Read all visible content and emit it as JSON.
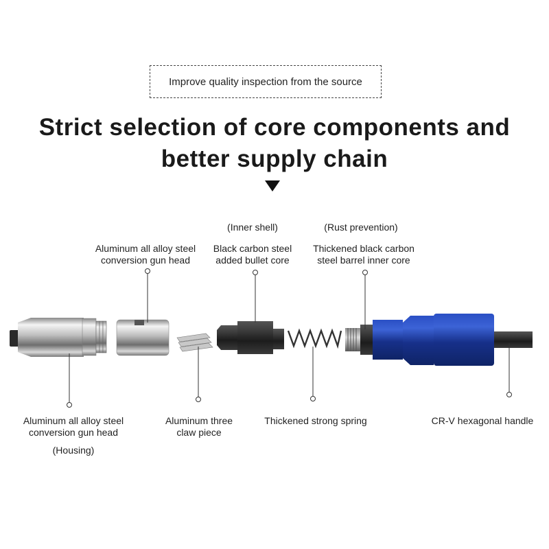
{
  "tagline": "Improve quality inspection from the source",
  "headline": {
    "line1": "Strict selection of core components and",
    "line2": "better supply chain"
  },
  "labels": {
    "gun_head_top": {
      "line1": "Aluminum all alloy steel",
      "line2": "conversion gun head"
    },
    "inner_shell_note": "(Inner shell)",
    "bullet_core": {
      "line1": "Black carbon steel",
      "line2": "added bullet core"
    },
    "rust_note": "(Rust prevention)",
    "barrel_core": {
      "line1": "Thickened black carbon",
      "line2": "steel barrel inner core"
    },
    "housing": {
      "line1": "Aluminum all alloy steel",
      "line2": "conversion gun head",
      "note": "(Housing)"
    },
    "claw": {
      "line1": "Aluminum three",
      "line2": "claw piece"
    },
    "spring": "Thickened strong spring",
    "handle": "CR-V hexagonal handle"
  },
  "colors": {
    "blue_body": "#1f3c9c",
    "black_part": "#2a2a2a",
    "silver": "#c9c9c9"
  }
}
